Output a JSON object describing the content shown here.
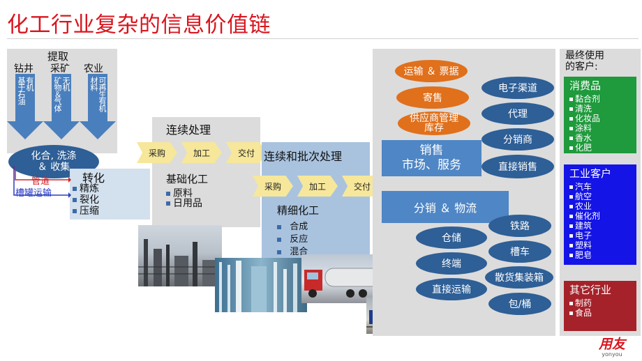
{
  "title": "化工行业复杂的信息价值链",
  "extract": {
    "title": "提取",
    "cols": [
      {
        "head": "钻井",
        "body": "有机\n基于石油"
      },
      {
        "head": "采矿",
        "body": "无机\n矿物＆气体"
      },
      {
        "head": "农业",
        "body": "可再生有机\n材料"
      }
    ]
  },
  "combine_label": "化合, 洗涤\n＆ 收集",
  "pipe_label": "管道",
  "tank_label": "槽罐运输",
  "transform": {
    "title": "转化",
    "items": [
      "精炼",
      "裂化",
      "压缩"
    ]
  },
  "continuous": {
    "title": "连续处理",
    "chevrons": [
      "采购",
      "加工",
      "交付"
    ],
    "sub": "基础化工",
    "items": [
      "原料",
      "日用品"
    ]
  },
  "batch": {
    "title": "连续和批次处理",
    "chevrons": [
      "采购",
      "加工",
      "交付"
    ],
    "sub": "精细化工",
    "items": [
      "合成",
      "反应",
      "混合"
    ]
  },
  "sales": {
    "orange": [
      "运输 ＆ 票据",
      "寄售",
      "供应商管理\n库存"
    ],
    "blue": [
      "电子渠道",
      "代理",
      "分销商",
      "直接销售"
    ],
    "box": "销售\n市场、服务"
  },
  "distribution": {
    "box": "分销 ＆ 物流",
    "left": [
      "仓储",
      "终端",
      "直接运输"
    ],
    "right": [
      "铁路",
      "槽车",
      "散货集装箱",
      "包/桶"
    ]
  },
  "customers": {
    "title": "最终使用\n的客户:",
    "groups": [
      {
        "name": "消费品",
        "items": [
          "黏合剂",
          "清洗",
          "化妆品",
          "涂料",
          "香水",
          "化肥"
        ],
        "color": "#1f9a3c"
      },
      {
        "name": "工业客户",
        "items": [
          "汽车",
          "航空",
          "农业",
          "催化剂",
          "建筑",
          "电子",
          "塑料",
          "肥皂"
        ],
        "color": "#1414e6"
      },
      {
        "name": "其它行业",
        "items": [
          "制药",
          "食品"
        ],
        "color": "#a5222a"
      }
    ]
  },
  "logo": {
    "main": "用友",
    "sub": "yonyou"
  }
}
